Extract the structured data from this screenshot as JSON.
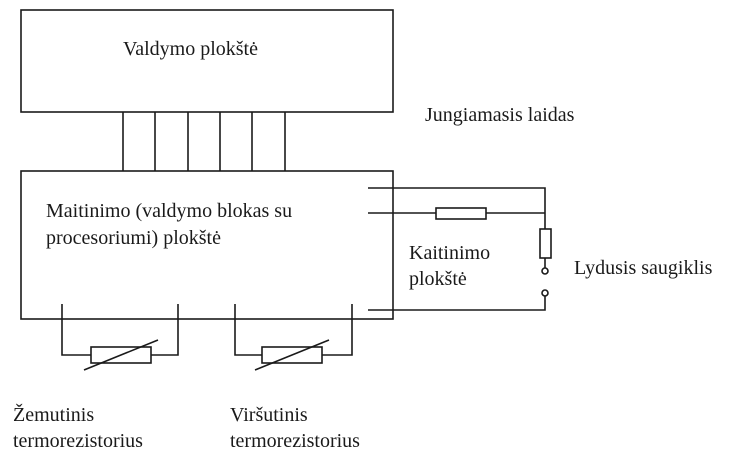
{
  "labels": {
    "control_board": "Valdymo plokštė",
    "connecting_wire": "Jungiamasis laidas",
    "power_board_line1": "Maitinimo (valdymo blokas su",
    "power_board_line2": "procesoriumi) plokštė",
    "heating_plate_line1": "Kaitinimo",
    "heating_plate_line2": "plokštė",
    "fuse": "Lydusis saugiklis",
    "lower_thermistor_line1": "Žemutinis",
    "lower_thermistor_line2": "termorezistorius",
    "upper_thermistor_line1": "Viršutinis",
    "upper_thermistor_line2": "termorezistorius"
  },
  "connecting_wire_count": 6,
  "colors": {
    "line": "#1a1a1a",
    "background": "#ffffff"
  }
}
